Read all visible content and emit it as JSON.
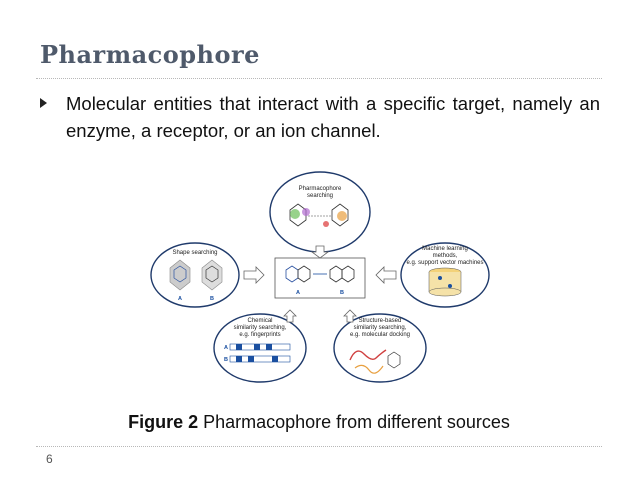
{
  "slide": {
    "title": "Pharmacophore",
    "bullet": "Molecular entities that interact with a specific target, namely an enzyme, a receptor, or an ion channel.",
    "page_number": "6"
  },
  "figure": {
    "top_label_1": "Pharmacophore",
    "top_label_2": "searching",
    "left_label": "Shape searching",
    "right_label_1": "Machine learning",
    "right_label_2": "methods,",
    "right_label_3": "e.g. support vector machines",
    "bottom_left_label_1": "Chemical",
    "bottom_left_label_2": "similarity searching,",
    "bottom_left_label_3": "e.g. fingerprints",
    "bottom_right_label_1": "Structure-based",
    "bottom_right_label_2": "similarity searching,",
    "bottom_right_label_3": "e.g. molecular docking",
    "label_a": "A",
    "label_b": "B"
  },
  "caption": {
    "prefix": "Figure 2",
    "text": " Pharmacophore from different sources"
  }
}
